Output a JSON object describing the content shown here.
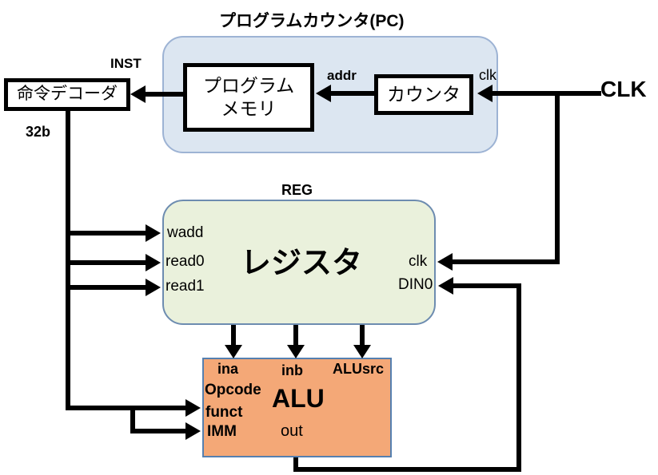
{
  "colors": {
    "pc_container_fill": "#dce6f1",
    "pc_container_border": "#9db3d4",
    "reg_container_fill": "#eaf1dc",
    "reg_container_border": "#6d8cb0",
    "alu_fill": "#f4a877",
    "alu_border": "#5580b0",
    "wire": "#000000",
    "box_fill": "#ffffff",
    "box_border": "#000000"
  },
  "pc": {
    "title": "プログラムカウンタ(PC)",
    "memory_line1": "プログラム",
    "memory_line2": "メモリ",
    "counter": "カウンタ",
    "addr": "addr",
    "clk": "clk"
  },
  "decoder": {
    "label": "命令デコーダ",
    "inst": "INST",
    "bus_width": "32b"
  },
  "clock": {
    "label": "CLK"
  },
  "reg": {
    "title": "REG",
    "name": "レジスタ",
    "wadd": "wadd",
    "read0": "read0",
    "read1": "read1",
    "clk": "clk",
    "din0": "DIN0"
  },
  "alu": {
    "name": "ALU",
    "ina": "ina",
    "inb": "inb",
    "alusrc": "ALUsrc",
    "opcode": "Opcode",
    "funct": "funct",
    "imm": "IMM",
    "out": "out"
  }
}
